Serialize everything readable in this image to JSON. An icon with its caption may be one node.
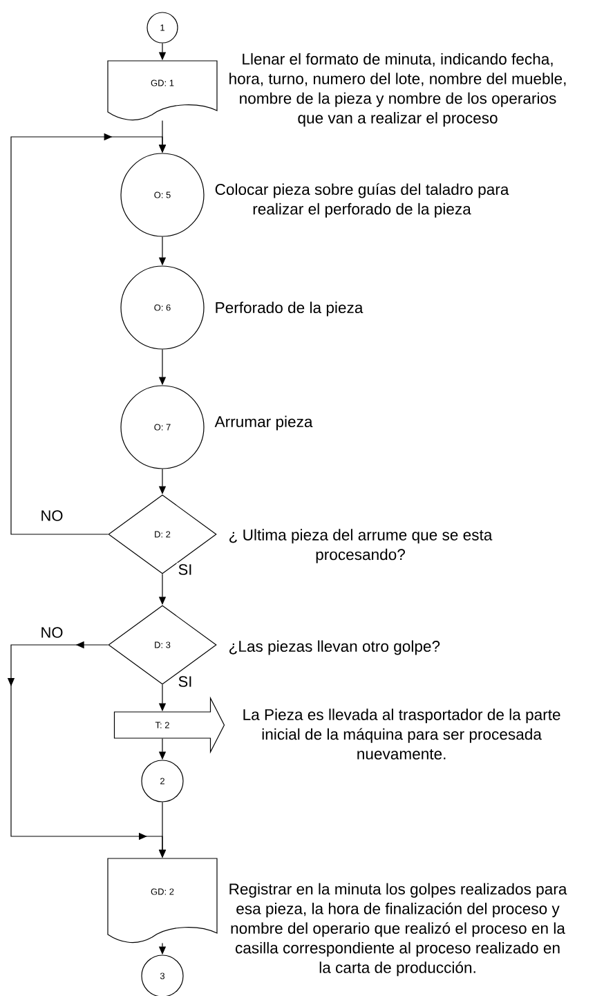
{
  "diagram": {
    "nodes": [
      {
        "text": [
          "1"
        ]
      },
      {
        "text": [
          "GD: 1"
        ],
        "beside": [
          "Llenar el formato de minuta, indicando fecha, hora, turno, numero del lote, nombre del mueble, nombre de la pieza y nombre de los operarios que van a realizar el proceso"
        ]
      },
      {
        "text": [
          "O: 5"
        ],
        "beside": [
          "Colocar pieza sobre guías del taladro para realizar el perforado de la pieza"
        ]
      },
      {
        "text": [
          "O: 6"
        ],
        "beside": [
          "Perforado de la pieza"
        ]
      },
      {
        "text": [
          "O: 7"
        ],
        "beside": [
          "Arrumar pieza"
        ]
      },
      {
        "text": [
          "D: 2"
        ],
        "beside": [
          "¿ Ultima pieza del arrume que se esta procesando?"
        ]
      },
      {
        "text": [
          "D: 3"
        ],
        "beside": [
          "¿Las piezas llevan otro golpe?"
        ]
      },
      {
        "text": [
          "T: 2"
        ],
        "beside": [
          "La Pieza es llevada al trasportador de la parte inicial de la máquina para ser procesada nuevamente."
        ]
      },
      {
        "text": [
          "2"
        ]
      },
      {
        "text": [
          "GD: 2"
        ],
        "beside": [
          "Registrar en la minuta los golpes realizados para esa pieza, la hora de finalización del proceso y nombre del operario que realizó el proceso en la casilla correspondiente al proceso realizado en la carta de producción."
        ]
      },
      {
        "text": [
          "3"
        ]
      }
    ],
    "edges": [
      {
        "from": 0,
        "to": 1,
        "arrow": "to"
      },
      {
        "from": 1,
        "to": 2,
        "arrow": "to"
      },
      {
        "from": 2,
        "to": 3,
        "arrow": "to"
      },
      {
        "from": 3,
        "to": 4,
        "arrow": "to"
      },
      {
        "from": 4,
        "to": 5,
        "arrow": "to"
      },
      {
        "from": 5,
        "to": 2,
        "arrow": "to",
        "label": "NO"
      },
      {
        "from": 5,
        "to": 6,
        "arrow": "to",
        "label": "SI"
      },
      {
        "from": 6,
        "to": 9,
        "arrow": "to",
        "label": "NO"
      },
      {
        "from": 6,
        "to": 7,
        "arrow": "to",
        "label": "SI"
      },
      {
        "from": 7,
        "to": 8,
        "arrow": "to"
      },
      {
        "from": 8,
        "to": 9,
        "arrow": "to"
      },
      {
        "from": 9,
        "to": 10,
        "arrow": "to"
      }
    ]
  }
}
